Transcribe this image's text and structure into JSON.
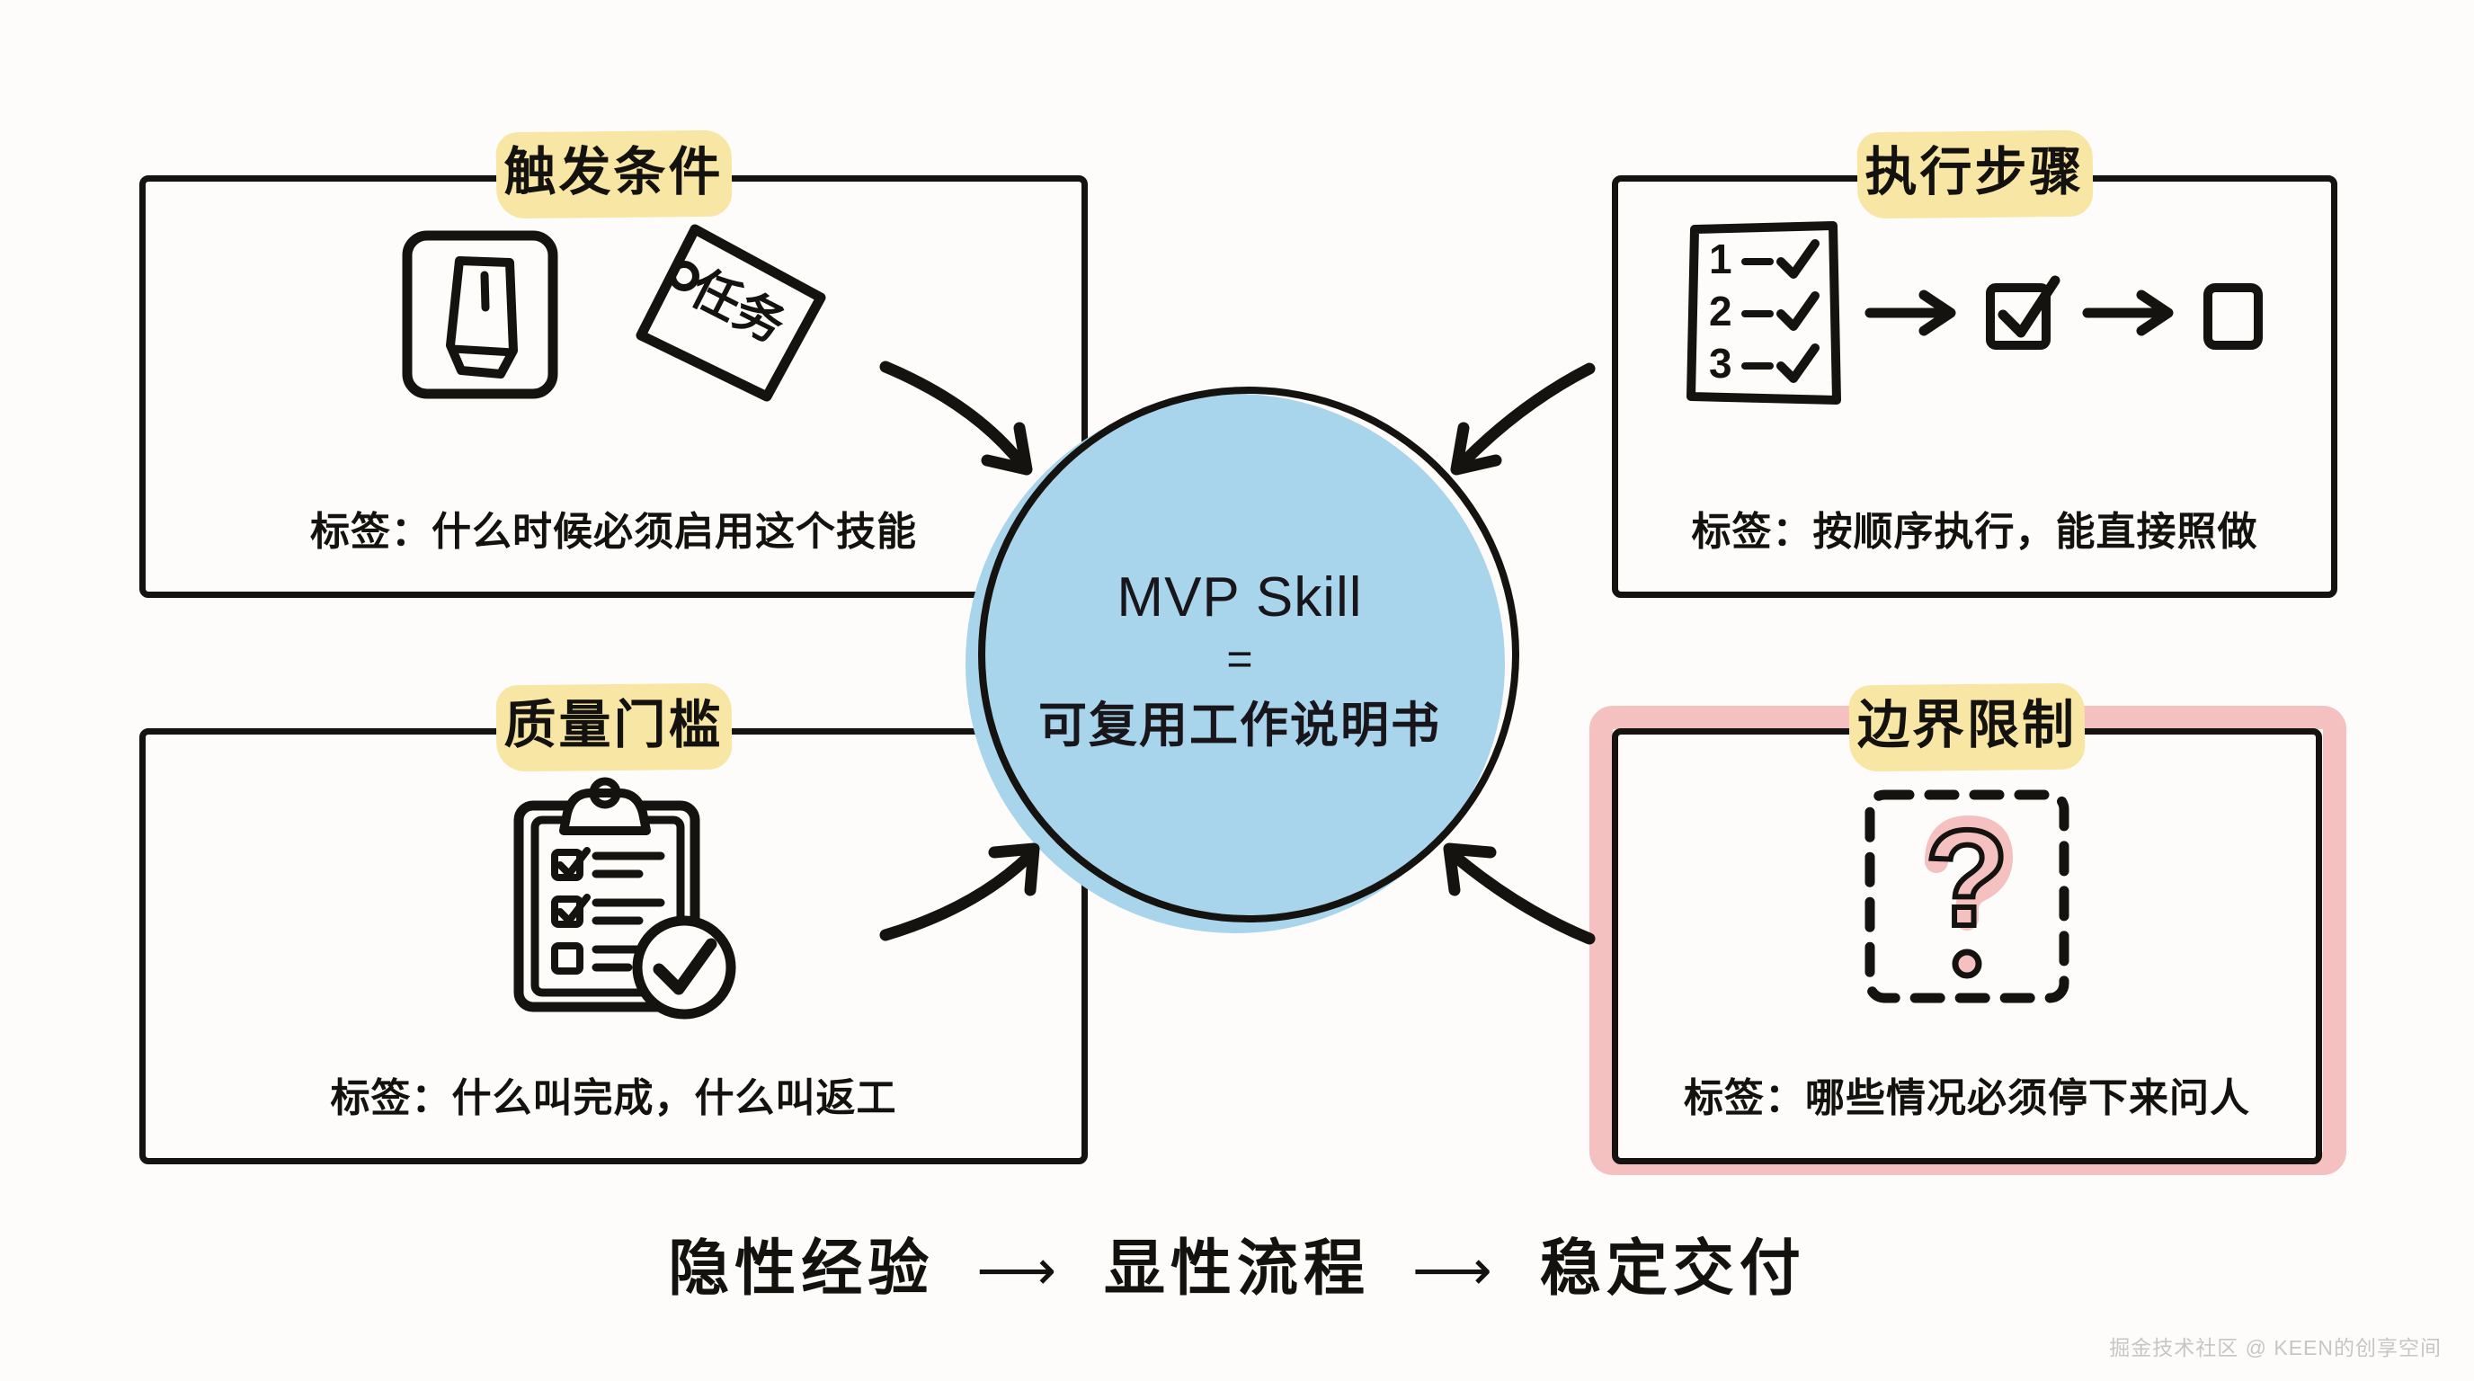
{
  "colors": {
    "background": "#fdfcfa",
    "ink": "#15130f",
    "highlight_yellow": "#f8e6a4",
    "accent_pink": "#f4c0c0",
    "circle_blue": "#a8d4ec"
  },
  "center": {
    "line1": "MVP Skill",
    "line2": "=",
    "line3": "可复用工作说明书"
  },
  "cards": [
    {
      "id": "trigger",
      "title": "触发条件",
      "caption": "标签：什么时候必须启用这个技能",
      "icons": [
        "toggle-switch-icon",
        "task-tag-icon"
      ],
      "tag_text": "任务",
      "emphasis": false
    },
    {
      "id": "steps",
      "title": "执行步骤",
      "caption": "标签：按顺序执行，能直接照做",
      "icons": [
        "numbered-checklist-icon",
        "arrow-right-icon",
        "checked-box-icon",
        "arrow-right-icon",
        "empty-box-icon"
      ],
      "checklist_numbers": [
        "1",
        "2",
        "3"
      ],
      "emphasis": false
    },
    {
      "id": "quality",
      "title": "质量门槛",
      "caption": "标签：什么叫完成，什么叫返工",
      "icons": [
        "clipboard-check-icon"
      ],
      "emphasis": false
    },
    {
      "id": "boundary",
      "title": "边界限制",
      "caption": "标签：哪些情况必须停下来问人",
      "icons": [
        "dashed-box-question-icon"
      ],
      "question_mark": "?",
      "emphasis": true
    }
  ],
  "connectors": [
    {
      "name": "arrow-trigger-to-center",
      "from": "trigger",
      "to": "center"
    },
    {
      "name": "arrow-steps-to-center",
      "from": "steps",
      "to": "center"
    },
    {
      "name": "arrow-quality-to-center",
      "from": "quality",
      "to": "center"
    },
    {
      "name": "arrow-boundary-to-center",
      "from": "boundary",
      "to": "center"
    }
  ],
  "banner": {
    "part1": "隐性经验",
    "arrow1": "⟶",
    "part2": "显性流程",
    "arrow2": "⟶",
    "part3": "稳定交付"
  },
  "watermark": "掘金技术社区 @ KEEN的创享空间"
}
